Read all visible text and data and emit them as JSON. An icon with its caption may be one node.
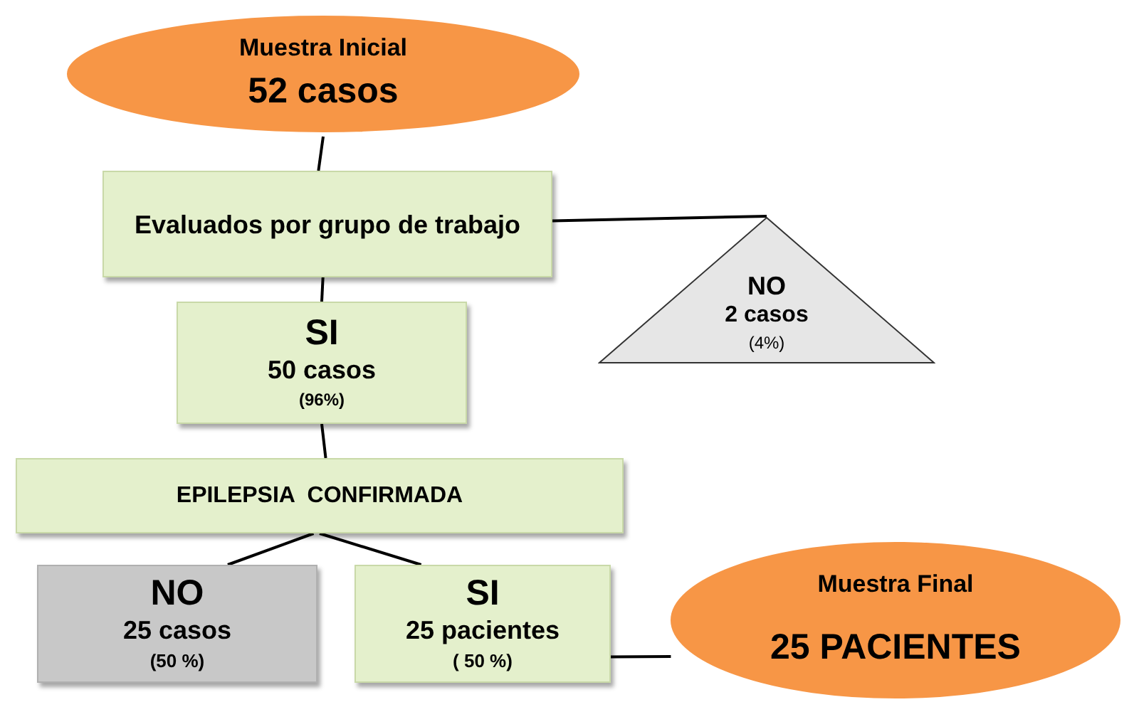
{
  "diagram": {
    "nodes": [
      {
        "text": [
          "Muestra Inicial",
          "52 casos"
        ]
      },
      {
        "text": [
          "Evaluados por grupo de trabajo"
        ]
      },
      {
        "text": [
          "SI",
          "50 casos",
          "(96%)"
        ]
      },
      {
        "text": [
          "NO",
          "2 casos",
          "(4%)"
        ]
      },
      {
        "text": [
          "EPILEPSIA  CONFIRMADA"
        ]
      },
      {
        "text": [
          "NO",
          "25 casos",
          "(50 %)"
        ]
      },
      {
        "text": [
          "SI",
          "25 pacientes",
          "( 50 %)"
        ]
      },
      {
        "text": [
          "Muestra Final",
          "25 PACIENTES"
        ]
      }
    ],
    "edges": [
      {
        "from": 0,
        "to": 1,
        "arrow": "none"
      },
      {
        "from": 1,
        "to": 2,
        "arrow": "none"
      },
      {
        "from": 1,
        "to": 3,
        "arrow": "none"
      },
      {
        "from": 2,
        "to": 4,
        "arrow": "none"
      },
      {
        "from": 4,
        "to": 5,
        "arrow": "none"
      },
      {
        "from": 4,
        "to": 6,
        "arrow": "none"
      },
      {
        "from": 6,
        "to": 7,
        "arrow": "none"
      }
    ]
  }
}
